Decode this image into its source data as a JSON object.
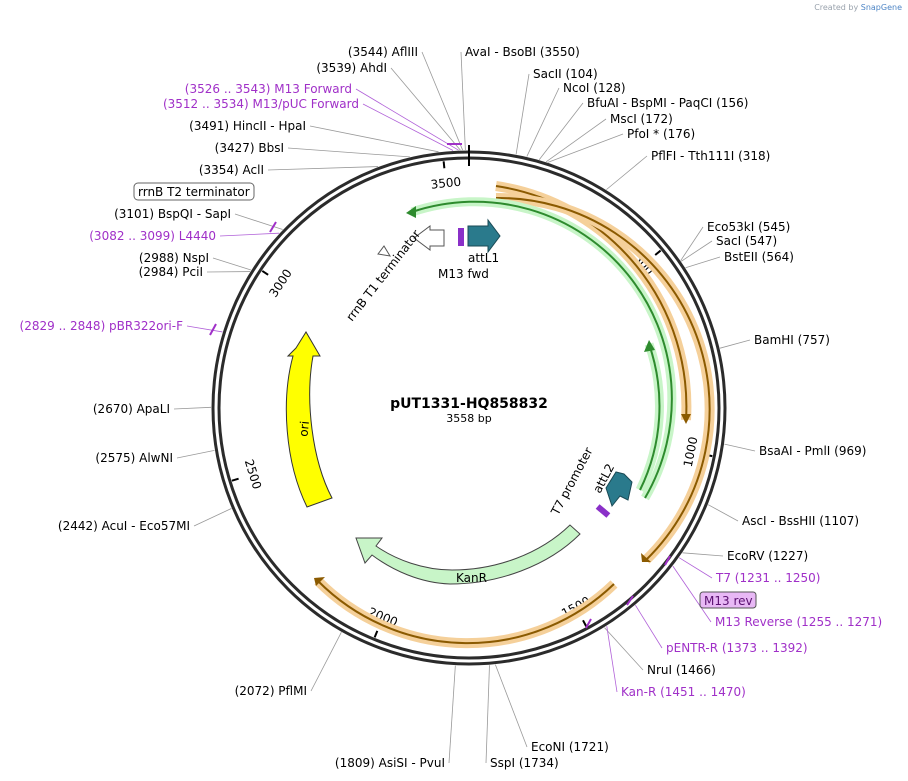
{
  "brand": {
    "created_by": "Created by",
    "product": "SnapGene"
  },
  "map": {
    "name": "pUT1331-HQ858832",
    "length_label": "3558 bp",
    "length": 3558,
    "tick_positions": [
      500,
      1000,
      1500,
      2000,
      2500,
      3000,
      3500
    ]
  },
  "colors": {
    "backbone": "#2b2b2b",
    "enzyme": "#000000",
    "primer": "#a030c8",
    "ori": "#ffff00",
    "kanr": "#c8f5c8",
    "orange_feature": "#f5d09a",
    "green_feature": "#2e8b2e",
    "att": "#2a7a8c"
  },
  "enzymes": [
    {
      "pos": 3544,
      "text": "(3544)  AflIII"
    },
    {
      "pos": 3539,
      "text": "(3539)  AhdI"
    },
    {
      "pos": 3491,
      "text": "(3491)  HincII  -  HpaI"
    },
    {
      "pos": 3427,
      "text": "(3427)  BbsI"
    },
    {
      "pos": 3354,
      "text": "(3354)  AclI"
    },
    {
      "pos": 3101,
      "text": "(3101)  BspQI  -  SapI"
    },
    {
      "pos": 2988,
      "text": "(2988)  NspI"
    },
    {
      "pos": 2984,
      "text": "(2984)  PciI"
    },
    {
      "pos": 2670,
      "text": "(2670)  ApaLI"
    },
    {
      "pos": 2575,
      "text": "(2575)  AlwNI"
    },
    {
      "pos": 2442,
      "text": "(2442)  AcuI  -  Eco57MI"
    },
    {
      "pos": 2072,
      "text": "(2072)  PflMI"
    },
    {
      "pos": 1809,
      "text": "(1809)  AsiSI  -  PvuI"
    },
    {
      "pos": 1734,
      "text": "SspI  (1734)"
    },
    {
      "pos": 1721,
      "text": "EcoNI  (1721)"
    },
    {
      "pos": 1466,
      "text": "NruI  (1466)"
    },
    {
      "pos": 1227,
      "text": "EcoRV  (1227)"
    },
    {
      "pos": 1107,
      "text": "AscI  -  BssHII  (1107)"
    },
    {
      "pos": 969,
      "text": "BsaAI  -  PmlI  (969)"
    },
    {
      "pos": 757,
      "text": "BamHI  (757)"
    },
    {
      "pos": 564,
      "text": "BstEII  (564)"
    },
    {
      "pos": 547,
      "text": "SacI  (547)"
    },
    {
      "pos": 545,
      "text": "Eco53kI  (545)"
    },
    {
      "pos": 318,
      "text": "PflFI  -  Tth111I  (318)"
    },
    {
      "pos": 176,
      "text": "PfoI *  (176)"
    },
    {
      "pos": 172,
      "text": "MscI  (172)"
    },
    {
      "pos": 156,
      "text": "BfuAI  -  BspMI  -  PaqCI  (156)"
    },
    {
      "pos": 128,
      "text": "NcoI  (128)"
    },
    {
      "pos": 104,
      "text": "SacII  (104)"
    },
    {
      "pos": 3550,
      "text": "AvaI  -  BsoBI  (3550)"
    }
  ],
  "primers": [
    {
      "pos": 3535,
      "text": "(3526 .. 3543)  M13 Forward"
    },
    {
      "pos": 3523,
      "text": "(3512 .. 3534)  M13/pUC Forward"
    },
    {
      "pos": 3090,
      "text": "(3082 .. 3099)  L4440"
    },
    {
      "pos": 2838,
      "text": "(2829 .. 2848)  pBR322ori-F"
    },
    {
      "pos": 1240,
      "text": "T7  (1231 .. 1250)"
    },
    {
      "pos": 1263,
      "text": "M13 Reverse  (1255 .. 1271)"
    },
    {
      "pos": 1382,
      "text": "pENTR-R  (1373 .. 1392)"
    },
    {
      "pos": 1460,
      "text": "Kan-R  (1451 .. 1470)"
    }
  ],
  "boxed_label": {
    "text": "M13 rev"
  },
  "features": [
    {
      "text": "rrnB T2 terminator"
    },
    {
      "text": "rrnB T1 terminator"
    },
    {
      "text": "attL1"
    },
    {
      "text": "M13 fwd"
    },
    {
      "text": "T7 promoter"
    },
    {
      "text": "attL2"
    },
    {
      "text": "KanR"
    },
    {
      "text": "ori"
    }
  ]
}
